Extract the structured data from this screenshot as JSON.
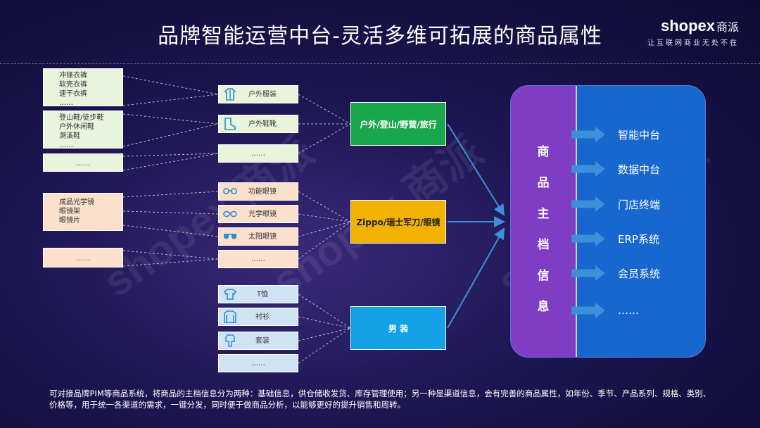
{
  "title": "品牌智能运营中台-灵活多维可拓展的商品属性",
  "brand": {
    "logo": "shopex",
    "logo_cn": "商派",
    "slogan": "让互联网商业无处不在"
  },
  "sources": [
    {
      "lines": [
        "冲锋衣裤",
        "软壳衣裤",
        "速干衣裤",
        "……"
      ]
    },
    {
      "lines": [
        "登山鞋/徒步鞋",
        "户外休闲鞋",
        "溯溪鞋",
        "……"
      ]
    },
    {
      "lines": [
        "……"
      ]
    },
    {
      "lines": [
        "成品光学镜",
        "眼镜架",
        "眼镜片",
        "……"
      ]
    },
    {
      "lines": [
        "……"
      ]
    }
  ],
  "subcategories": [
    {
      "label": "户外服装",
      "icon": "jacket-icon"
    },
    {
      "label": "户外鞋靴",
      "icon": "boot-icon"
    },
    {
      "label": "……",
      "icon": ""
    },
    {
      "label": "功能眼镜",
      "icon": "goggles-icon"
    },
    {
      "label": "光学眼镜",
      "icon": "glasses-icon"
    },
    {
      "label": "太阳眼镜",
      "icon": "sunglasses-icon"
    },
    {
      "label": "……",
      "icon": ""
    },
    {
      "label": "T恤",
      "icon": "tshirt-icon"
    },
    {
      "label": "衬衫",
      "icon": "shirt-icon"
    },
    {
      "label": "套装",
      "icon": "suit-icon"
    },
    {
      "label": "……",
      "icon": ""
    }
  ],
  "categories": [
    {
      "label": "户外/登山/野营/旅行",
      "color": "#1aa64a"
    },
    {
      "label": "Zippo/瑞士军刀/眼镜",
      "color": "#f2b300"
    },
    {
      "label": "男 装",
      "color": "#13a2e8"
    }
  ],
  "master": {
    "title_chars": [
      "商",
      "品",
      "主",
      "档",
      "信",
      "息"
    ],
    "systems": [
      "智能中台",
      "数据中台",
      "门店终端",
      "ERP系统",
      "会员系统",
      "……"
    ]
  },
  "footnote": "可对接品牌PIM等商品系统，将商品的主档信息分为两种：基础信息，供仓储收发货、库存管理使用；另一种是渠道信息，会有完善的商品属性，如年份、季节、产品系列、规格、类别、价格等，用于统一各渠道的需求，一键分发，同时便于做商品分析，以能够更好的提升销售和周转。",
  "colors": {
    "green_box": "#e9f4dc",
    "peach_box": "#fbe0cc",
    "blue_box": "#cfe3f5",
    "master_left": "#7f3cc4",
    "master_right": "#1767cf",
    "arrow": "#3d8fd9"
  }
}
